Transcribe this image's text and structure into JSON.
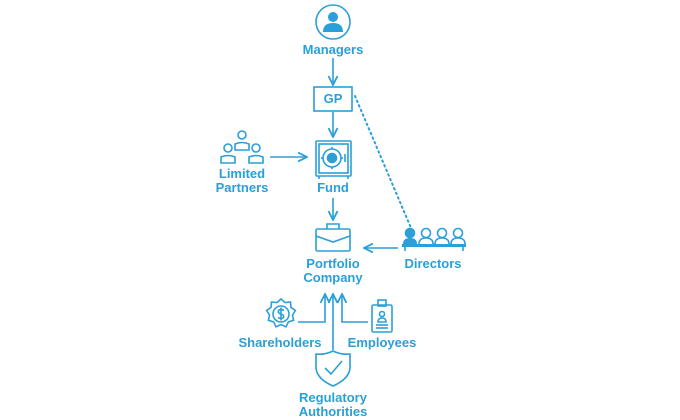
{
  "colors": {
    "accent": "#2a9fd8",
    "fill": "#2a9fd8",
    "background": "#ffffff"
  },
  "nodes": {
    "managers": {
      "label": "Managers",
      "icon": "person-icon"
    },
    "gp": {
      "label": "GP",
      "icon": "box"
    },
    "limited_partners": {
      "label_line1": "Limited",
      "label_line2": "Partners",
      "icon": "group-icon"
    },
    "fund": {
      "label": "Fund",
      "icon": "safe-icon"
    },
    "portfolio_company": {
      "label_line1": "Portfolio",
      "label_line2": "Company",
      "icon": "briefcase-icon"
    },
    "directors": {
      "label": "Directors",
      "icon": "board-icon"
    },
    "shareholders": {
      "label": "Shareholders",
      "icon": "dollar-badge-icon"
    },
    "employees": {
      "label": "Employees",
      "icon": "id-badge-icon"
    },
    "regulatory_authorities": {
      "label_line1": "Regulatory",
      "label_line2": "Authorities",
      "icon": "shield-check-icon"
    }
  },
  "edges": [
    {
      "from": "Managers",
      "to": "GP",
      "style": "solid-arrow"
    },
    {
      "from": "GP",
      "to": "Fund",
      "style": "solid-arrow"
    },
    {
      "from": "Limited Partners",
      "to": "Fund",
      "style": "solid-arrow"
    },
    {
      "from": "Fund",
      "to": "Portfolio Company",
      "style": "solid-arrow"
    },
    {
      "from": "Directors",
      "to": "Portfolio Company",
      "style": "solid-arrow"
    },
    {
      "from": "GP",
      "to": "Directors",
      "style": "dotted-line"
    },
    {
      "from": "Shareholders",
      "to": "Portfolio Company",
      "style": "solid-arrow"
    },
    {
      "from": "Employees",
      "to": "Portfolio Company",
      "style": "solid-arrow"
    },
    {
      "from": "Regulatory Authorities",
      "to": "Portfolio Company",
      "style": "solid-arrow"
    }
  ]
}
